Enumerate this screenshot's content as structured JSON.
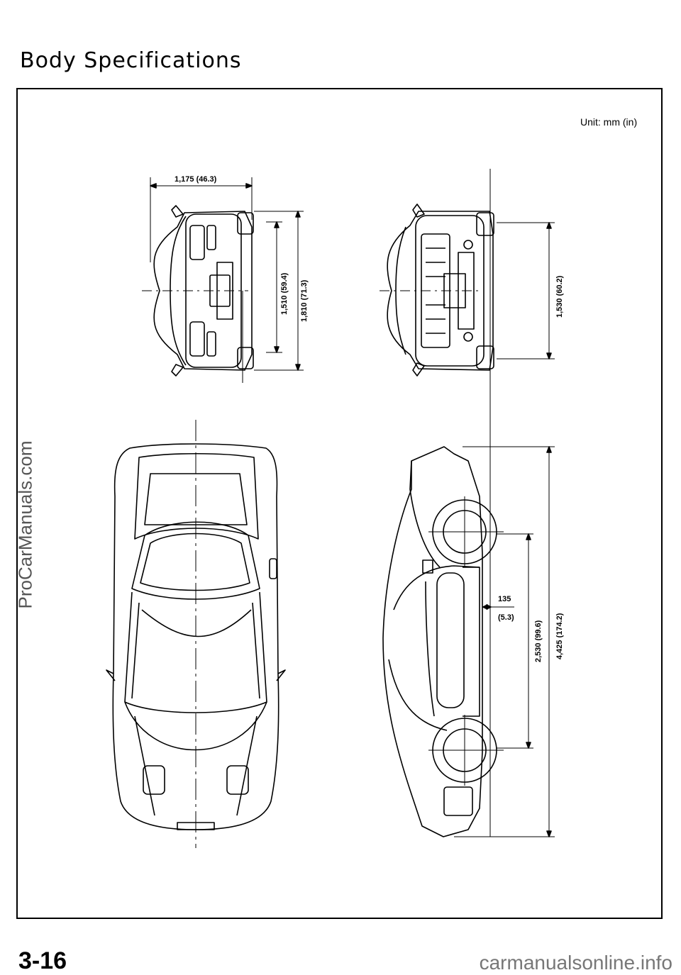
{
  "page": {
    "title": "Body Specifications",
    "unit_label": "Unit: mm (in)",
    "page_number": "3-16",
    "watermark": "ProCarManuals.com",
    "footer_site": "carmanualsonline.info"
  },
  "dimensions": {
    "front_track": "1,510 (59.4)",
    "overall_width": "1,810 (71.3)",
    "overall_height": "1,175 (46.3)",
    "rear_track": "1,530 (60.2)",
    "ground_clearance_mm": "135",
    "ground_clearance_in": "(5.3)",
    "wheelbase": "2,530 (99.6)",
    "overall_length": "4,425 (174.2)"
  }
}
